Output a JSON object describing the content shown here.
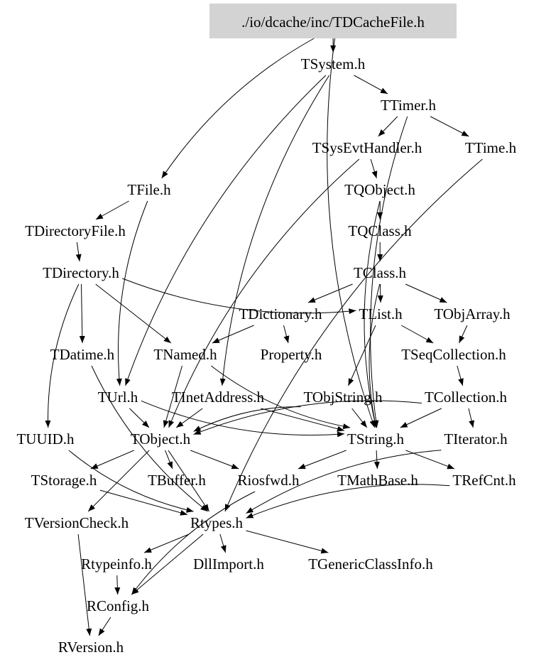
{
  "title": "./io/dcache/inc/TDCacheFile.h",
  "colors": {
    "root_fill": "#d3d3d3",
    "edge": "#000000",
    "text": "#000000",
    "background": "#ffffff"
  },
  "nodes": [
    {
      "id": "root",
      "label": "./io/dcache/inc/TDCacheFile.h",
      "root": true
    },
    {
      "id": "TSystem",
      "label": "TSystem.h"
    },
    {
      "id": "TTimer",
      "label": "TTimer.h"
    },
    {
      "id": "TSysEvtHandler",
      "label": "TSysEvtHandler.h"
    },
    {
      "id": "TTime",
      "label": "TTime.h"
    },
    {
      "id": "TFile",
      "label": "TFile.h"
    },
    {
      "id": "TQObject",
      "label": "TQObject.h"
    },
    {
      "id": "TDirectoryFile",
      "label": "TDirectoryFile.h"
    },
    {
      "id": "TQClass",
      "label": "TQClass.h"
    },
    {
      "id": "TDirectory",
      "label": "TDirectory.h"
    },
    {
      "id": "TClass",
      "label": "TClass.h"
    },
    {
      "id": "TDictionary",
      "label": "TDictionary.h"
    },
    {
      "id": "TList",
      "label": "TList.h"
    },
    {
      "id": "TObjArray",
      "label": "TObjArray.h"
    },
    {
      "id": "TDatime",
      "label": "TDatime.h"
    },
    {
      "id": "TNamed",
      "label": "TNamed.h"
    },
    {
      "id": "Property",
      "label": "Property.h"
    },
    {
      "id": "TSeqCollection",
      "label": "TSeqCollection.h"
    },
    {
      "id": "TUrl",
      "label": "TUrl.h"
    },
    {
      "id": "TInetAddress",
      "label": "TInetAddress.h"
    },
    {
      "id": "TObjString",
      "label": "TObjString.h"
    },
    {
      "id": "TCollection",
      "label": "TCollection.h"
    },
    {
      "id": "TUUID",
      "label": "TUUID.h"
    },
    {
      "id": "TObject",
      "label": "TObject.h"
    },
    {
      "id": "TString",
      "label": "TString.h"
    },
    {
      "id": "TIterator",
      "label": "TIterator.h"
    },
    {
      "id": "TStorage",
      "label": "TStorage.h"
    },
    {
      "id": "TBuffer",
      "label": "TBuffer.h"
    },
    {
      "id": "Riosfwd",
      "label": "Riosfwd.h"
    },
    {
      "id": "TMathBase",
      "label": "TMathBase.h"
    },
    {
      "id": "TRefCnt",
      "label": "TRefCnt.h"
    },
    {
      "id": "TVersionCheck",
      "label": "TVersionCheck.h"
    },
    {
      "id": "Rtypes",
      "label": "Rtypes.h"
    },
    {
      "id": "Rtypeinfo",
      "label": "Rtypeinfo.h"
    },
    {
      "id": "DllImport",
      "label": "DllImport.h"
    },
    {
      "id": "TGenericClassInfo",
      "label": "TGenericClassInfo.h"
    },
    {
      "id": "RConfig",
      "label": "RConfig.h"
    },
    {
      "id": "RVersion",
      "label": "RVersion.h"
    }
  ],
  "edges": [
    [
      "root",
      "TSystem"
    ],
    [
      "root",
      "TFile"
    ],
    [
      "root",
      "TString"
    ],
    [
      "TSystem",
      "TTimer"
    ],
    [
      "TSystem",
      "TUrl"
    ],
    [
      "TSystem",
      "TInetAddress"
    ],
    [
      "TTimer",
      "TSysEvtHandler"
    ],
    [
      "TTimer",
      "TTime"
    ],
    [
      "TTimer",
      "TString"
    ],
    [
      "TSysEvtHandler",
      "TQObject"
    ],
    [
      "TSysEvtHandler",
      "TObject"
    ],
    [
      "TTime",
      "Rtypes"
    ],
    [
      "TQObject",
      "TQClass"
    ],
    [
      "TQObject",
      "TString"
    ],
    [
      "TQClass",
      "TClass"
    ],
    [
      "TClass",
      "TDictionary"
    ],
    [
      "TClass",
      "TList"
    ],
    [
      "TClass",
      "TObjArray"
    ],
    [
      "TClass",
      "TString"
    ],
    [
      "TFile",
      "TDirectoryFile"
    ],
    [
      "TFile",
      "TUrl"
    ],
    [
      "TDirectoryFile",
      "TDirectory"
    ],
    [
      "TDirectory",
      "TNamed"
    ],
    [
      "TDirectory",
      "TDatime"
    ],
    [
      "TDirectory",
      "TUUID"
    ],
    [
      "TDirectory",
      "TList"
    ],
    [
      "TDictionary",
      "Property"
    ],
    [
      "TDictionary",
      "TNamed"
    ],
    [
      "TList",
      "TSeqCollection"
    ],
    [
      "TList",
      "TObjString"
    ],
    [
      "TObjArray",
      "TSeqCollection"
    ],
    [
      "TSeqCollection",
      "TCollection"
    ],
    [
      "TCollection",
      "TIterator"
    ],
    [
      "TCollection",
      "TObject"
    ],
    [
      "TCollection",
      "TString"
    ],
    [
      "TNamed",
      "TObject"
    ],
    [
      "TNamed",
      "TString"
    ],
    [
      "TDatime",
      "Rtypes"
    ],
    [
      "TUrl",
      "TObject"
    ],
    [
      "TUrl",
      "TString"
    ],
    [
      "TInetAddress",
      "TObject"
    ],
    [
      "TInetAddress",
      "TString"
    ],
    [
      "TObjString",
      "TObject"
    ],
    [
      "TObjString",
      "TString"
    ],
    [
      "TUUID",
      "Rtypes"
    ],
    [
      "TObject",
      "TStorage"
    ],
    [
      "TObject",
      "TBuffer"
    ],
    [
      "TObject",
      "Riosfwd"
    ],
    [
      "TObject",
      "TVersionCheck"
    ],
    [
      "TObject",
      "Rtypes"
    ],
    [
      "TString",
      "Riosfwd"
    ],
    [
      "TString",
      "TMathBase"
    ],
    [
      "TString",
      "TRefCnt"
    ],
    [
      "TIterator",
      "Rtypes"
    ],
    [
      "TRefCnt",
      "Rtypes"
    ],
    [
      "TStorage",
      "Rtypes"
    ],
    [
      "TVersionCheck",
      "RVersion"
    ],
    [
      "Riosfwd",
      "RConfig"
    ],
    [
      "Rtypes",
      "Rtypeinfo"
    ],
    [
      "Rtypes",
      "DllImport"
    ],
    [
      "Rtypes",
      "TGenericClassInfo"
    ],
    [
      "Rtypes",
      "RConfig"
    ],
    [
      "Rtypeinfo",
      "RConfig"
    ],
    [
      "RConfig",
      "RVersion"
    ]
  ]
}
